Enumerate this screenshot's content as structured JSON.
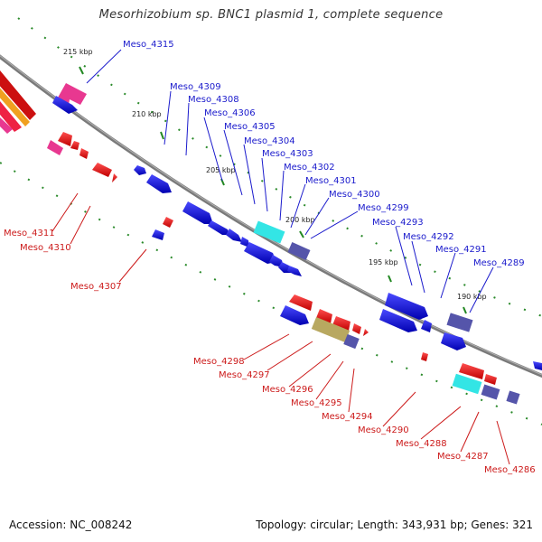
{
  "title": "Mesorhizobium sp. BNC1 plasmid 1, complete sequence",
  "footer": {
    "accession": "Accession: NC_008242",
    "summary": "Topology: circular; Length: 343,931 bp; Genes: 321"
  },
  "ticks": [
    "215 kbp",
    "210 kbp",
    "205 kbp",
    "200 kbp",
    "195 kbp",
    "190 kbp"
  ],
  "forward_labels": [
    "Meso_4315",
    "Meso_4309",
    "Meso_4308",
    "Meso_4306",
    "Meso_4305",
    "Meso_4304",
    "Meso_4303",
    "Meso_4302",
    "Meso_4301",
    "Meso_4300",
    "Meso_4299",
    "Meso_4293",
    "Meso_4292",
    "Meso_4291",
    "Meso_4289"
  ],
  "reverse_labels": [
    "Meso_4311",
    "Meso_4310",
    "Meso_4307",
    "Meso_4298",
    "Meso_4297",
    "Meso_4296",
    "Meso_4295",
    "Meso_4294",
    "Meso_4290",
    "Meso_4288",
    "Meso_4287",
    "Meso_4286"
  ],
  "colors": {
    "forward": "#1010d8",
    "reverse": "#e81010",
    "backbone": "#8a8a8a",
    "cyan": "#33e5e5",
    "olive": "#b8a860",
    "slate": "#5555aa",
    "pink": "#e83890",
    "orange": "#f0a020",
    "tick_dash": "#228822"
  }
}
